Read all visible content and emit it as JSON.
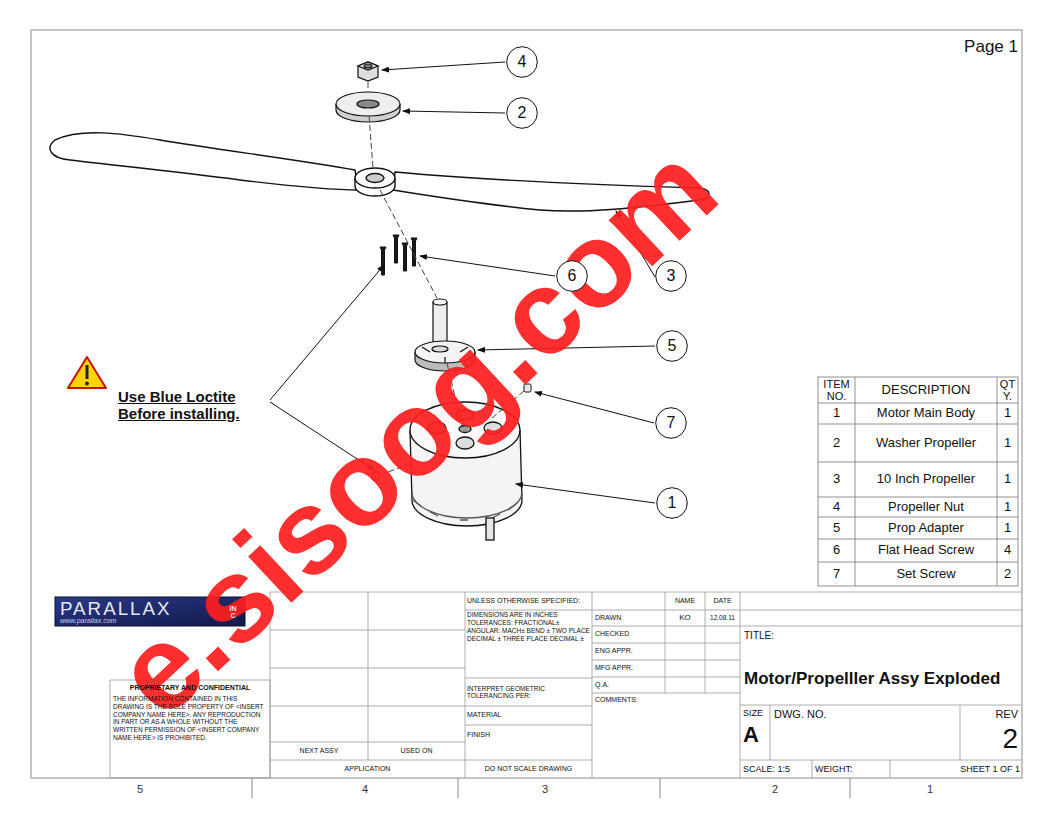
{
  "diagram": {
    "title": "Motor/Propelller Assy Exploded",
    "nodes": [
      {
        "text": [
          "4"
        ]
      },
      {
        "text": [
          "2"
        ]
      },
      {
        "text": [
          "6"
        ]
      },
      {
        "text": [
          "3"
        ]
      },
      {
        "text": [
          "5"
        ]
      },
      {
        "text": [
          "7"
        ]
      },
      {
        "text": [
          "1"
        ]
      }
    ],
    "labels": [
      "Page 1",
      "Use Blue Loctite Before installing.",
      "e.sisoog.com",
      "ITEM NO.",
      "DESCRIPTION",
      "QTY.",
      "1",
      "Motor Main Body",
      "1",
      "2",
      "Washer Propeller",
      "1",
      "3",
      "10 Inch Propeller",
      "1",
      "4",
      "Propeller Nut",
      "1",
      "5",
      "Prop Adapter",
      "1",
      "6",
      "Flat Head Screw",
      "4",
      "7",
      "Set Screw",
      "2",
      "PARALLAX",
      "INC",
      "www.parallax.com",
      "PROPRIETARY AND CONFIDENTIAL",
      "THE INFORMATION CONTAINED IN THIS DRAWING IS THE SOLE PROPERTY OF <INSERT COMPANY NAME HERE>. ANY REPRODUCTION IN PART OR AS A WHOLE WITHOUT THE WRITTEN PERMISSION OF <INSERT COMPANY NAME HERE> IS PROHIBITED.",
      "NEXT ASSY",
      "USED ON",
      "APPLICATION",
      "UNLESS OTHERWISE SPECIFIED:",
      "DIMENSIONS ARE IN INCHES TOLERANCES: FRACTIONAL± ANGULAR: MACH± BEND ± TWO PLACE DECIMAL ± THREE PLACE DECIMAL ±",
      "INTERPRET GEOMETRIC TOLERANCING PER:",
      "MATERIAL",
      "FINISH",
      "DO NOT SCALE DRAWING",
      "NAME",
      "DATE",
      "DRAWN",
      "KO",
      "12.08.11",
      "CHECKED",
      "ENG APPR.",
      "MFG APPR.",
      "Q.A.",
      "COMMENTS:",
      "TITLE:",
      "SIZE",
      "A",
      "DWG. NO.",
      "REV",
      "2",
      "SCALE: 1:5",
      "WEIGHT:",
      "SHEET 1 OF 1",
      "5",
      "4",
      "3",
      "2",
      "1"
    ]
  }
}
